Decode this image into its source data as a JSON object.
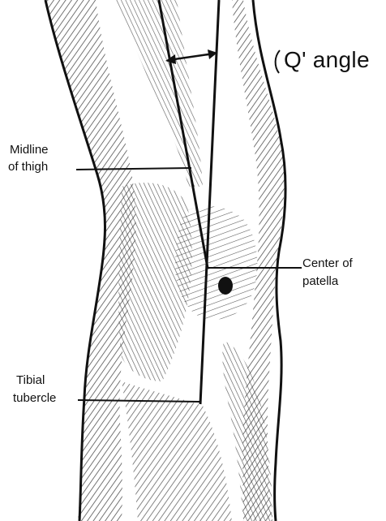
{
  "labels": {
    "q_angle": "Q' angle",
    "midline_thigh": [
      "Midline",
      "of thigh"
    ],
    "center_patella": [
      "Center of",
      "patella"
    ],
    "tibial_tubercle": [
      "Tibial",
      "tubercle"
    ]
  },
  "colors": {
    "ink": "#111111",
    "paper": "#ffffff",
    "hatch": "#3a3a3a",
    "shade": "#bdbdbd"
  }
}
